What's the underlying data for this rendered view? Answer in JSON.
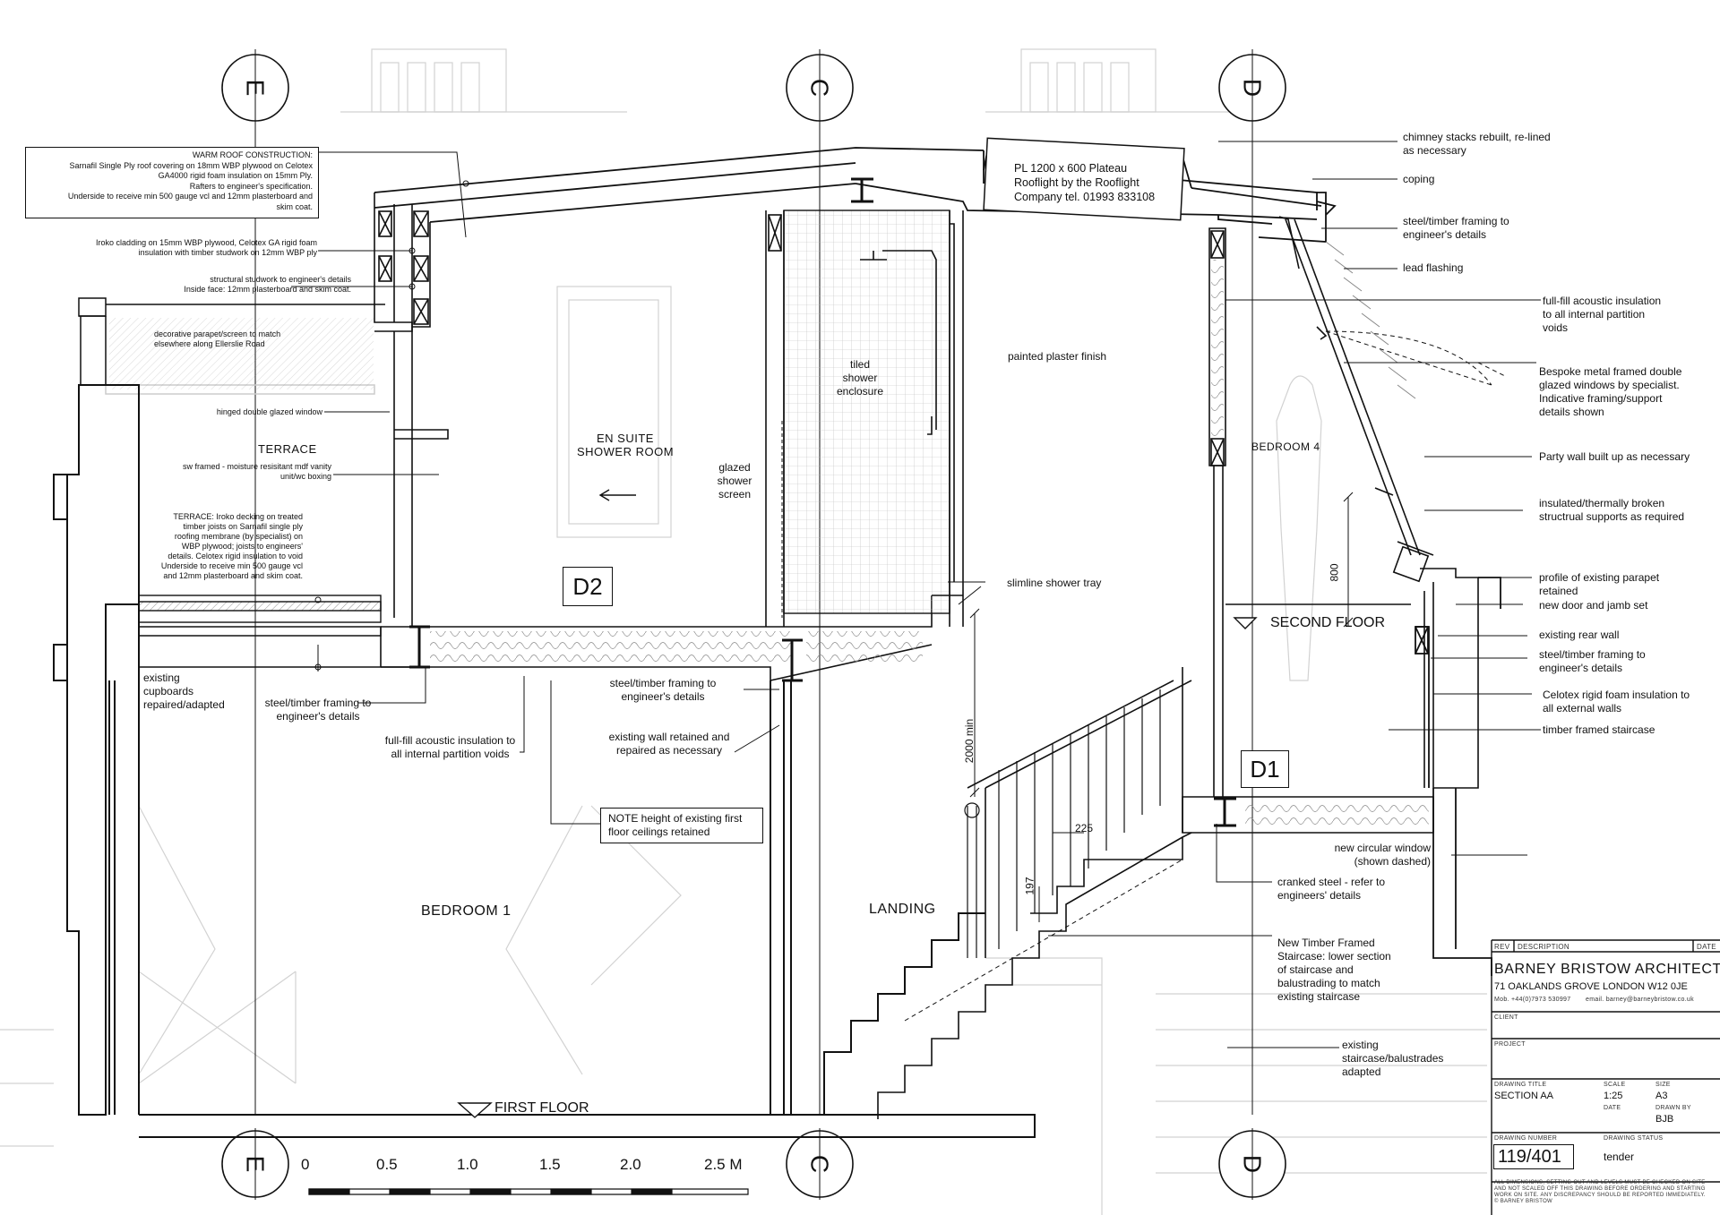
{
  "gridlines": [
    {
      "id": "E",
      "top_label": "E",
      "bottom_label": "E"
    },
    {
      "id": "C",
      "top_label": "C",
      "bottom_label": "C"
    },
    {
      "id": "D",
      "top_label": "D",
      "bottom_label": "D"
    }
  ],
  "rooms": {
    "terrace": "TERRACE",
    "ensuite": "EN SUITE\nSHOWER ROOM",
    "bedroom4": "BEDROOM 4",
    "bedroom1": "BEDROOM 1",
    "landing": "LANDING",
    "painted_plaster": "painted plaster finish",
    "tiled_shower": "tiled\nshower\nenclosure",
    "glazed_screen": "glazed\nshower\nscreen"
  },
  "door_tags": {
    "d2": "D2",
    "d1": "D1"
  },
  "levels": {
    "second_floor": "SECOND FLOOR",
    "first_floor": "FIRST FLOOR"
  },
  "dimensions": {
    "dim_800": "800",
    "dim_2000": "2000 min",
    "dim_225": "225",
    "dim_197": "197"
  },
  "rooflight_note": "PL 1200 x 600 Plateau\nRooflight by the Rooflight\nCompany tel. 01993 833108",
  "height_note": "NOTE height of existing first\nfloor ceilings retained",
  "annotations_left": {
    "warm_roof": "WARM ROOF CONSTRUCTION:\nSarnafil Single Ply roof covering on 18mm WBP plywood on Celotex\nGA4000 rigid foam insulation on 15mm Ply.\nRafters to engineer's specification.\nUnderside to receive min 500 gauge vcl and 12mm plasterboard and\nskim coat.",
    "iroko_cladding": "Iroko cladding on 15mm WBP plywood, Celotex GA rigid foam\ninsulation with timber studwork on 12mm WBP ply",
    "studwork": "structural studwork to engineer's details\nInside face: 12mm plasterboard and skim coat.",
    "parapet": "decorative parapet/screen to match\nelsewhere along Ellerslie Road",
    "hinged_window": "hinged double glazed window",
    "vanity": "sw framed - moisture resisitant mdf vanity\nunit/wc boxing",
    "terrace_deck": "TERRACE: Iroko decking on treated\ntimber joists on Sarnafil single ply\nroofing membrane (by specialist) on\nWBP plywood; joists to engineers'\ndetails. Celotex rigid insulation to void\nUnderside to receive min 500 gauge vcl\nand 12mm plasterboard and skim coat.",
    "cupboards": "existing\ncupboards\nrepaired/adapted",
    "steel_timber_1": "steel/timber framing to\nengineer's details",
    "acoustic_1": "full-fill acoustic insulation to\nall internal partition voids",
    "steel_timber_2": "steel/timber framing to\nengineer's details",
    "existing_wall": "existing wall retained and\nrepaired as necessary",
    "shower_tray": "slimline shower tray"
  },
  "annotations_right": {
    "chimney": "chimney stacks rebuilt, re-lined\nas necessary",
    "coping": "coping",
    "steel_timber_r1": "steel/timber framing to\nengineer's details",
    "lead": "lead flashing",
    "acoustic_r": "full-fill acoustic insulation\nto all internal partition\nvoids",
    "bespoke": "Bespoke metal framed double\nglazed windows by specialist.\nIndicative framing/support\ndetails shown",
    "party_wall": "Party wall built up as necessary",
    "insulated": "insulated/thermally broken\nstructrual supports as required",
    "parapet_prof": "profile of existing parapet\nretained",
    "new_door": "new door and jamb set",
    "rear_wall": "existing rear wall",
    "steel_timber_r2": "steel/timber framing to\nengineer's details",
    "celotex": "Celotex rigid foam insulation to\nall external walls",
    "timber_stair": "timber framed staircase",
    "circular": "new circular window\n(shown dashed)",
    "cranked": "cranked steel - refer to\nengineers' details",
    "new_stair": "New Timber Framed\nStaircase: lower section\nof staircase and\nbalustrading to match\nexisting staircase",
    "existing_stair": "existing\nstaircase/balustrades\nadapted"
  },
  "scale_bar": [
    "0",
    "0.5",
    "1.0",
    "1.5",
    "2.0",
    "2.5 M"
  ],
  "title_block": {
    "rev": "REV",
    "description": "DESCRIPTION",
    "date": "DATE",
    "firm": "BARNEY BRISTOW ARCHITECTS",
    "address": "71 OAKLANDS GROVE   LONDON   W12 0JE",
    "mob": "Mob. +44(0)7973 530997",
    "email": "email. barney@barneybristow.co.uk",
    "client": "CLIENT",
    "project": "PROJECT",
    "drawing_title_lbl": "DRAWING TITLE",
    "drawing_title": "SECTION AA",
    "scale_lbl": "SCALE",
    "scale": "1:25",
    "size_lbl": "SIZE",
    "size": "A3",
    "date_lbl": "DATE",
    "drawn_lbl": "DRAWN BY",
    "drawn": "BJB",
    "number_lbl": "DRAWING NUMBER",
    "number": "119/401",
    "status_lbl": "DRAWING STATUS",
    "status": "tender",
    "disclaimer": "ALL DIMENSIONS, SETTING OUT AND LEVELS MUST BE CHECKED ON SITE\nAND NOT SCALED OFF THIS DRAWING BEFORE ORDERING AND STARTING\nWORK ON SITE. ANY DISCREPANCY SHOULD BE REPORTED IMMEDIATELY.\n© BARNEY BRISTOW"
  },
  "colors": {
    "line": "#111111",
    "faint": "#c8c8c8",
    "hatch": "#999999"
  }
}
